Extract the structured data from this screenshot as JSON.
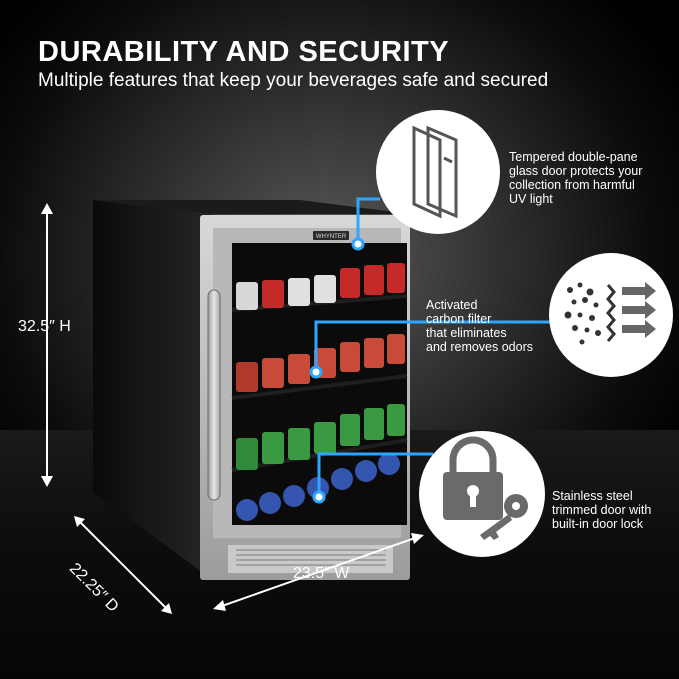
{
  "headline": {
    "title": "DURABILITY AND SECURITY",
    "subtitle": "Multiple features that keep your beverages safe and secured"
  },
  "features": {
    "glass": [
      "Tempered double-pane",
      "glass door protects your",
      "collection from harmful",
      "UV light"
    ],
    "filter": [
      "Activated",
      "carbon filter",
      "that eliminates",
      "and removes odors"
    ],
    "lock": [
      "Stainless steel",
      "trimmed door with",
      "built-in door lock"
    ]
  },
  "dimensions": {
    "height": "32.5″ H",
    "depth": "22.25″ D",
    "width": "23.5″ W"
  },
  "brand_badge": "WHYNTER",
  "colors": {
    "accent_blue": "#2ea6ff",
    "text": "#ffffff"
  },
  "icons": [
    "glass-pane-icon",
    "carbon-filter-icon",
    "padlock-icon",
    "key-icon"
  ]
}
